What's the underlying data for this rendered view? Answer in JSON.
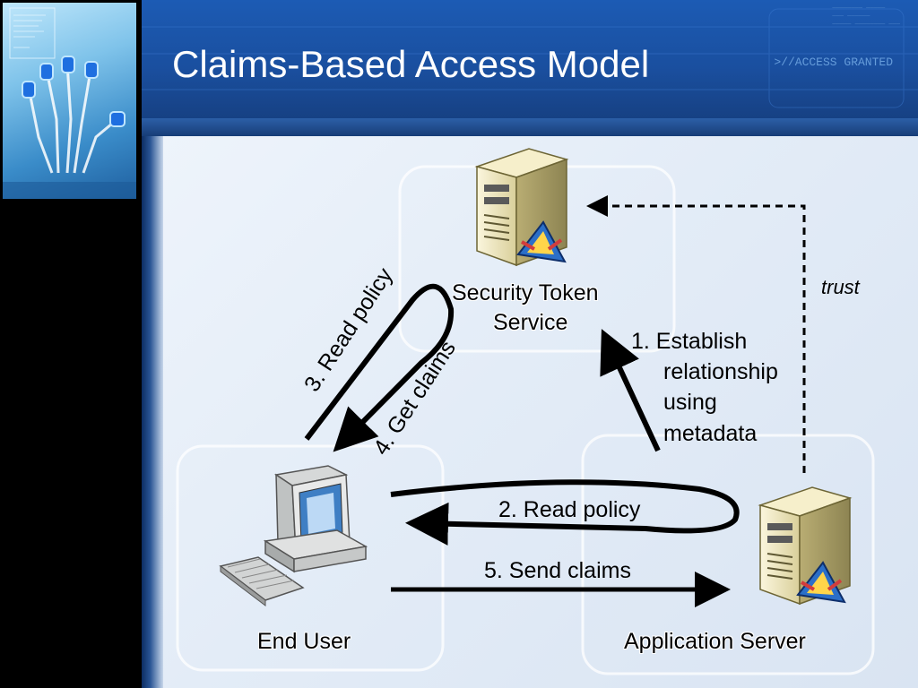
{
  "slide": {
    "title": "Claims-Based Access Model",
    "header_decoration": ">//ACCESS GRANTED",
    "thumbnail_caption": ">//ACCESS GRANTED"
  },
  "nodes": {
    "sts": {
      "line1": "Security Token",
      "line2": "Service"
    },
    "end_user": "End User",
    "app_server": "Application Server"
  },
  "labels": {
    "trust": "trust",
    "step1_line1": "1.  Establish",
    "step1_line2": "relationship",
    "step1_line3": "using",
    "step1_line4": "metadata",
    "step2": "2.  Read policy",
    "step3": "3. Read policy",
    "step4": "4. Get claims",
    "step5": "5. Send claims"
  },
  "colors": {
    "header": "#1a4f9f",
    "content_bg": "#e8eef6",
    "arrow": "#000000",
    "server_body": "#efe8c4",
    "title_text": "#ffffff"
  },
  "icons": [
    "fingerprint-hand-icon",
    "server-icon",
    "server-icon",
    "computer-icon",
    "certificate-icon"
  ]
}
